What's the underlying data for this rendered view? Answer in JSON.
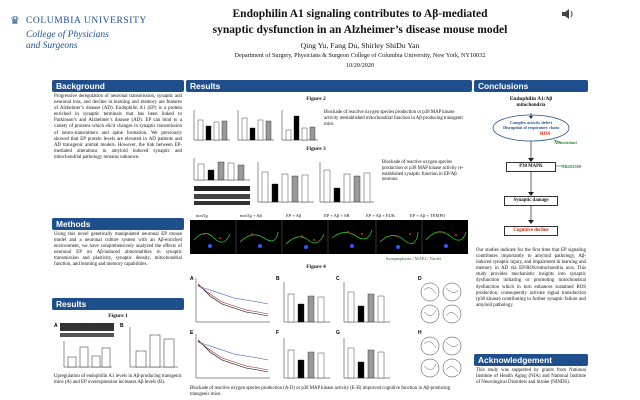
{
  "header": {
    "university": "COLUMBIA UNIVERSITY",
    "college_line1": "College of Physicians",
    "college_line2": "and Surgeons",
    "title_line1": "Endophilin A1 signaling contributes to Aβ-mediated",
    "title_line2": "synaptic dysfunction in an Alzheimer’s disease mouse model",
    "authors": "Qing Yu, Fang Du, Shirley ShiDu Yan",
    "affiliation": "Department of Surgery, Physicians & Surgeon College of Columbia University, New York, NY10032",
    "date": "10/20/2020"
  },
  "background": {
    "heading": "Background",
    "text": "Progressive deregulation of neuronal transmission, synaptic and neuronal loss, and decline in learning and memory are features of Alzheimer’s disease (AD). Endophilin A1 (EP) is a protein enriched in synaptic terminals that has been linked to Parkinson’s and Alzheimer’s disease (AD). EP can bind to a variety of proteins which elicit changes in synaptic transmission of neuro-transmitters and spine formation. We previously showed that EP protein levels are elevated in AD patients and AD transgenic animal models. However, the link between EP-mediated alterations in amyloid induced synaptic and mitochondrial pathology remains unknown."
  },
  "methods": {
    "heading": "Methods",
    "text": "Using this novel genetically manipulated neuronal EP mouse model and a neuronal culture system with an Aβ-enriched environment, we have comprehensively analyzed the effects of neuronal EP on Aβ-induced abnormalities in synaptic transmission and plasticity, synaptic density, mitochondrial function, and learning and memory capabilities."
  },
  "results_left": {
    "heading": "Results",
    "figure_title": "Figure 1",
    "caption": "Upregulation of endophilin A1 levels in Aβ-producing transgenic mice (A) and EP overexpression increases Aβ levels (B)."
  },
  "results_mid": {
    "heading": "Results",
    "figure2_title": "Figure 2",
    "figure2_caption": "Blockade of reactive oxygen species production or p38 MAP kinase activity reestablished mitochondrial function in Aβ-producing transgenic mice.",
    "figure3_title": "Figure 3",
    "figure3_caption": "Blockade of reactive oxygen species production or p38 MAP kinase activity re-established synaptic function in EP/Aβ neurons.",
    "panel_labels": [
      "nonTg",
      "nonTg + Aβ",
      "EP + Aβ",
      "EP + Aβ + SB",
      "EP + Aβ + EUK",
      "EP + Aβ + TEMPO"
    ],
    "stain_legend": "Synaptophysin / MAP2 / Nuclei",
    "figure4_title": "Figure 4",
    "figure4_caption": "Blockade of reactive oxygen species production (A-D) or p38 MAP kinase activity (E-H) improved cognitive function in Aβ-producing transgenic mice."
  },
  "conclusions": {
    "heading": "Conclusions",
    "diagram_title": "Endophilin A1/Aβ",
    "diagram_subtitle": "mitochondria",
    "box1_line1": "Complex activity defect",
    "box1_line2": "Disruption of respiratory chain",
    "ros": "ROS",
    "antioxidant": "Antioxidant",
    "p38": "P38 MAPK",
    "inhibitor": "SB203580",
    "damage": "Synaptic damage",
    "decline": "Cognitive decline",
    "text": "Our studies indicate for the first time that EP signaling contributes importantly to amyloid pathology, Aβ-induced synaptic injury, and impairment in learning and memory in AD via EP/ROS/mitochondria axis. This study provides mechanistic insights into synaptic dysfunction initiating or promoting mitochondrial dysfunction which in turn enhances sustained ROS production, consequently activate signal transduction (p38 kinase) contributing to further synaptic failure and amyloid pathology."
  },
  "acknowledgement": {
    "heading": "Acknowledgement",
    "text": "This study was supported by grants from National Institute of Health Aging (NIA) and National Institute of Neurological Disorders and Stroke (NINDS)."
  },
  "colors": {
    "heading_bg": "#1f4e8c",
    "ros": "#cc2200",
    "antioxidant": "#2e8b2e",
    "inhibitor": "#2e8b2e",
    "decline": "#cc2200"
  }
}
